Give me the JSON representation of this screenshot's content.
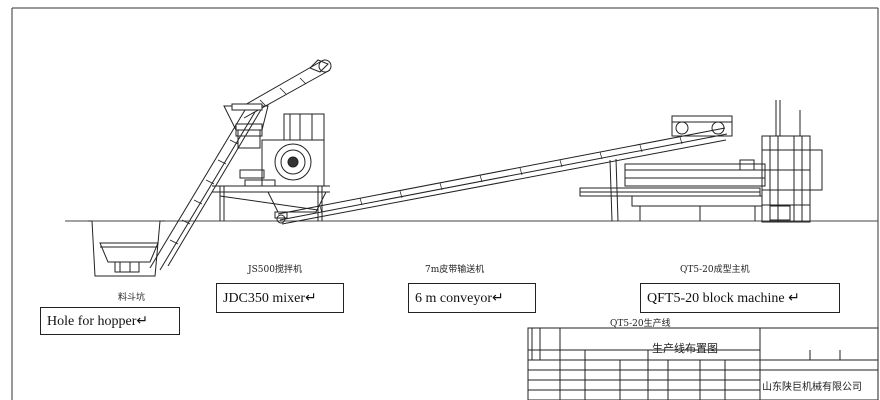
{
  "diagram": {
    "labels_cn": {
      "hopper": "料斗坑",
      "mixer": "JS500搅拌机",
      "conveyor": "7m皮带输送机",
      "machine": "QT5-20成型主机",
      "line": "QT5-20生产线"
    },
    "boxes": {
      "hopper": "Hole for hopper↵",
      "mixer": "JDC350 mixer↵",
      "conveyor": "6 m conveyor↵",
      "machine": "QFT5-20 block machine ↵"
    },
    "title_block": {
      "drawing_title": "生产线布置图",
      "company": "山东陕巨机械有限公司"
    }
  }
}
